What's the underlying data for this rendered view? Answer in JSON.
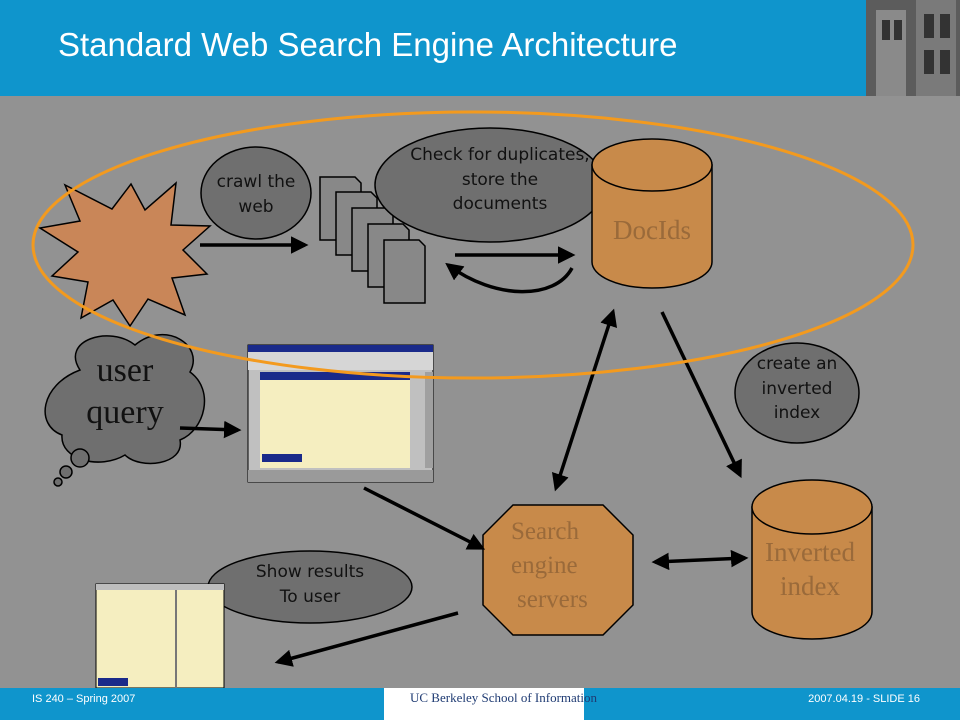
{
  "slide": {
    "title": "Standard Web Search Engine Architecture",
    "footer_left": "IS 240 – Spring 2007",
    "footer_right": "2007.04.19 - SLIDE 16",
    "footer_logo_text": "UC Berkeley School of Information"
  },
  "diagram": {
    "crawl": "crawl the web",
    "crawl_l1": "crawl the",
    "crawl_l2": "web",
    "dup_l1": "Check for duplicates,",
    "dup_l2": "store the",
    "dup_l3": "documents",
    "docids": "DocIds",
    "query_l1": "user",
    "query_l2": "query",
    "inv_l1": "create an",
    "inv_l2": "inverted",
    "inv_l3": "index",
    "inverted_l1": "Inverted",
    "inverted_l2": "index",
    "servers_l1": "Search",
    "servers_l2": "engine",
    "servers_l3": "servers",
    "results_l1": "Show results",
    "results_l2": "To user"
  },
  "colors": {
    "header": "#0f95cc",
    "background": "#929292",
    "highlight_ellipse": "#f39a1e",
    "cylinder": "#c88a4a",
    "server_octagon": "#c88a4a"
  }
}
